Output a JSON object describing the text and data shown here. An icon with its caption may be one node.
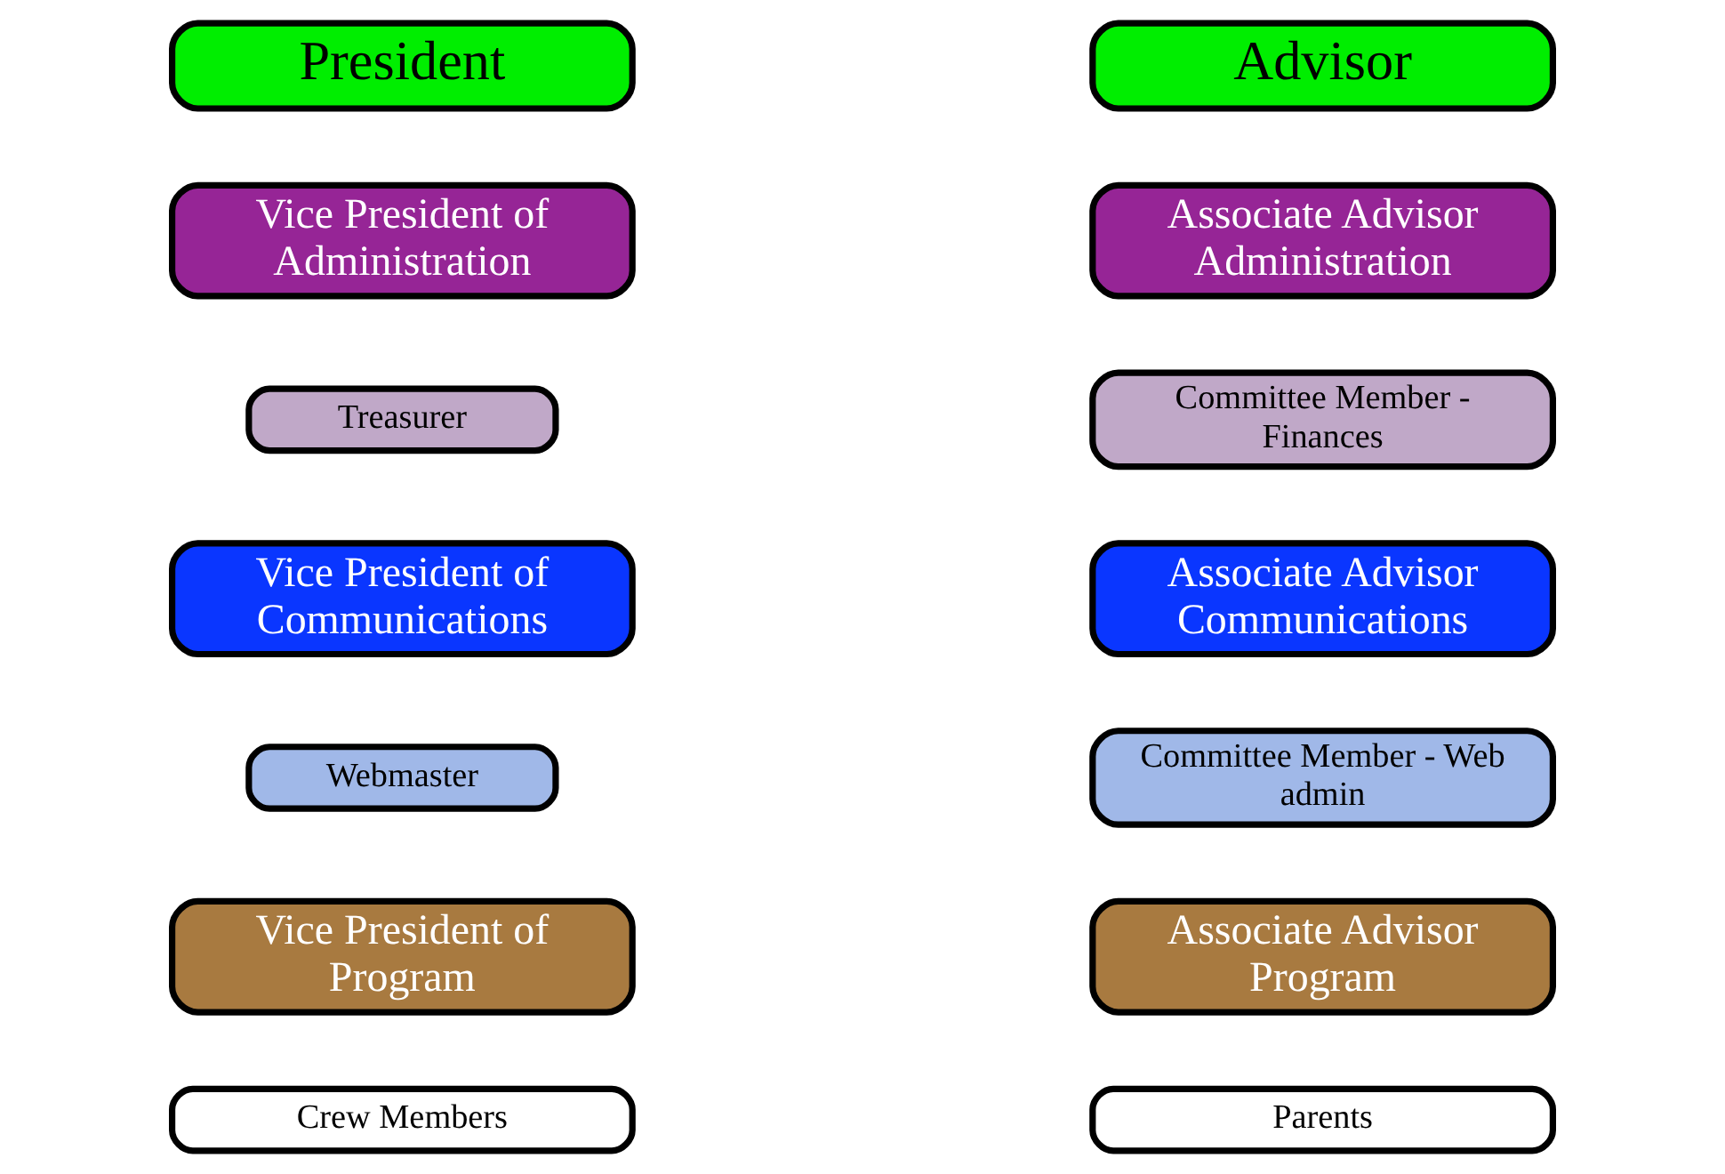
{
  "diagram": {
    "nodes": [
      {
        "text": [
          "President"
        ]
      },
      {
        "text": [
          "Advisor"
        ]
      },
      {
        "text": [
          "Vice President of Administration"
        ]
      },
      {
        "text": [
          "Associate Advisor Administration"
        ]
      },
      {
        "text": [
          "Treasurer"
        ]
      },
      {
        "text": [
          "Committee Member - Finances"
        ]
      },
      {
        "text": [
          "Vice President of Communications"
        ]
      },
      {
        "text": [
          "Associate Advisor Communications"
        ]
      },
      {
        "text": [
          "Webmaster"
        ]
      },
      {
        "text": [
          "Committee Member - Web admin"
        ]
      },
      {
        "text": [
          "Vice President of Program"
        ]
      },
      {
        "text": [
          "Associate Advisor Program"
        ]
      },
      {
        "text": [
          "Crew Members"
        ]
      },
      {
        "text": [
          "Parents"
        ]
      }
    ]
  }
}
